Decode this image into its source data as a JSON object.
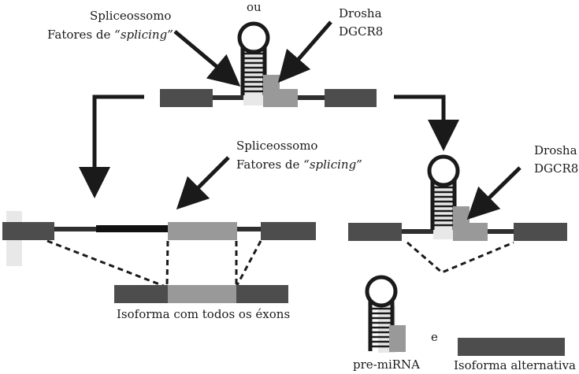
{
  "labels": {
    "spliceossomo_top": "Spliceossomo",
    "fatores_top_prefix": "Fatores de ",
    "fatores_top_italic": "“splicing”",
    "ou": "ou",
    "drosha_top": "Drosha",
    "dgcr8_top": "DGCR8",
    "spliceossomo_mid": "Spliceossomo",
    "fatores_mid_prefix": "Fatores de ",
    "fatores_mid_italic": "“splicing”",
    "drosha_right": "Drosha",
    "dgcr8_right": "DGCR8",
    "isoforma_todos": "Isoforma com todos os éxons",
    "pre_mirna": "pre-miRNA",
    "e": "e",
    "isoforma_alternativa": "Isoforma alternativa"
  },
  "colors": {
    "exon_dark": "#4d4d4d",
    "exon_mid": "#999999",
    "intron": "#2f2f2f",
    "hairpin": "#1a1a1a",
    "ghost": "#e8e8e8",
    "arrow": "#1a1a1a"
  }
}
